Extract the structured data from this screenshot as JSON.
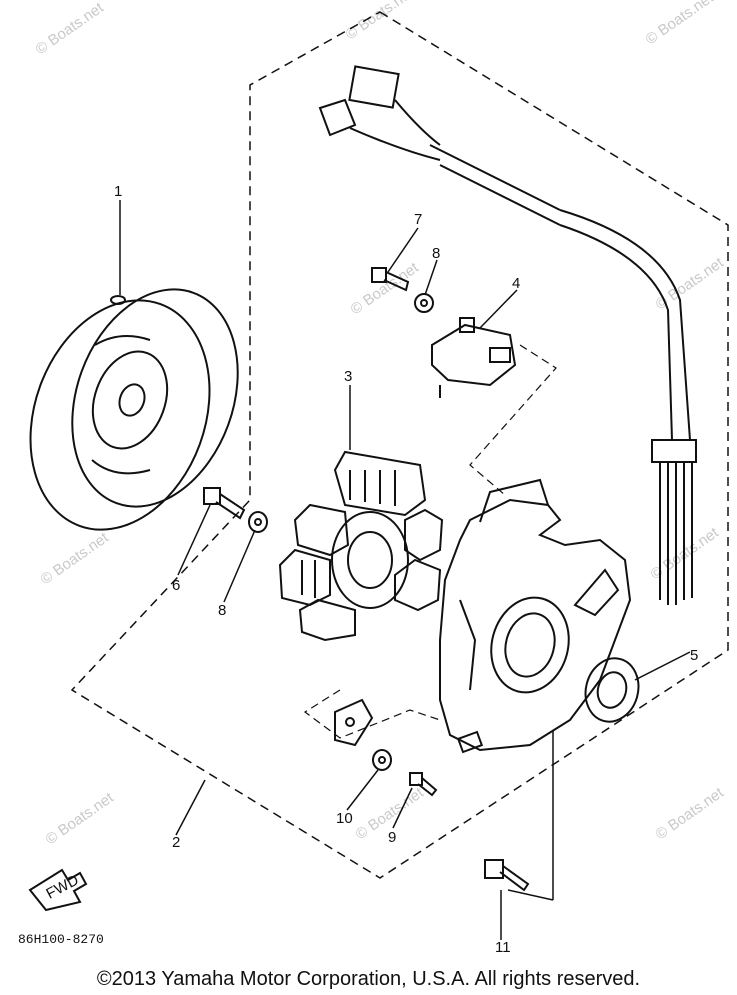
{
  "diagram": {
    "callouts": {
      "c1": "1",
      "c2": "2",
      "c3": "3",
      "c4": "4",
      "c5": "5",
      "c6": "6",
      "c7": "7",
      "c8a": "8",
      "c8b": "8",
      "c9": "9",
      "c10": "10",
      "c11": "11"
    },
    "fwd_label": "FWD",
    "part_code": "86H100-8270",
    "watermark": "© Boats.net"
  },
  "footer": {
    "copyright": "©2013 Yamaha Motor Corporation, U.S.A. All rights reserved."
  }
}
